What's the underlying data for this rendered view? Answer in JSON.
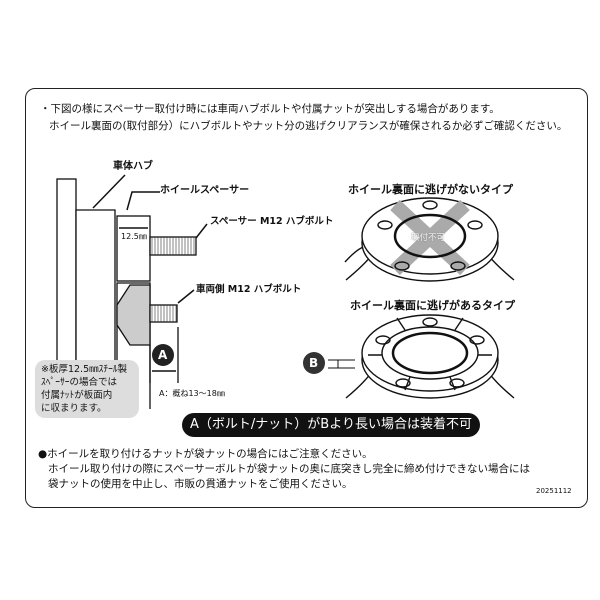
{
  "intro": {
    "line1": "・下図の様にスペーサー取付け時には車両ハブボルトや付属ナットが突出しする場合があります。",
    "line2": "ホイール裏面の(取付部分）にハブボルトやナット分の逃げクリアランスが確保されるか必ずご確認ください。"
  },
  "left_diagram": {
    "hub_label": "車体ハブ",
    "spacer_label": "ホイールスペーサー",
    "spacer_bolt_label": "スペーサー M12 ハブボルト",
    "thickness": "12.5㎜",
    "vehicle_bolt_label": "車両側 M12 ハブボルト",
    "a_marker": "A",
    "a_range": "A：概ね13〜18㎜",
    "note": [
      "※板厚12.5㎜ｽﾁｰﾙ製",
      "ｽﾍﾟｰｻｰの場合では",
      "付属ﾅｯﾄが板面内",
      "に収まります。"
    ]
  },
  "right_diagram": {
    "no_clearance_title": "ホイール裏面に逃げがないタイプ",
    "not_mountable": "取付不可",
    "clearance_title": "ホイール裏面に逃げがあるタイプ",
    "b_marker": "B"
  },
  "banner": "A（ボルト/ナット）がBより長い場合は装着不可",
  "caution": {
    "line1": "●ホイールを取り付けるナットが袋ナットの場合にはご注意ください。",
    "line2": "ホイール取り付けの際にスペーサーボルトが袋ナットの奥に底突きし完全に締め付けできない場合には",
    "line3": "袋ナットの使用を中止し、市販の貫通ナットをご使用ください。"
  },
  "date_code": "20251112"
}
